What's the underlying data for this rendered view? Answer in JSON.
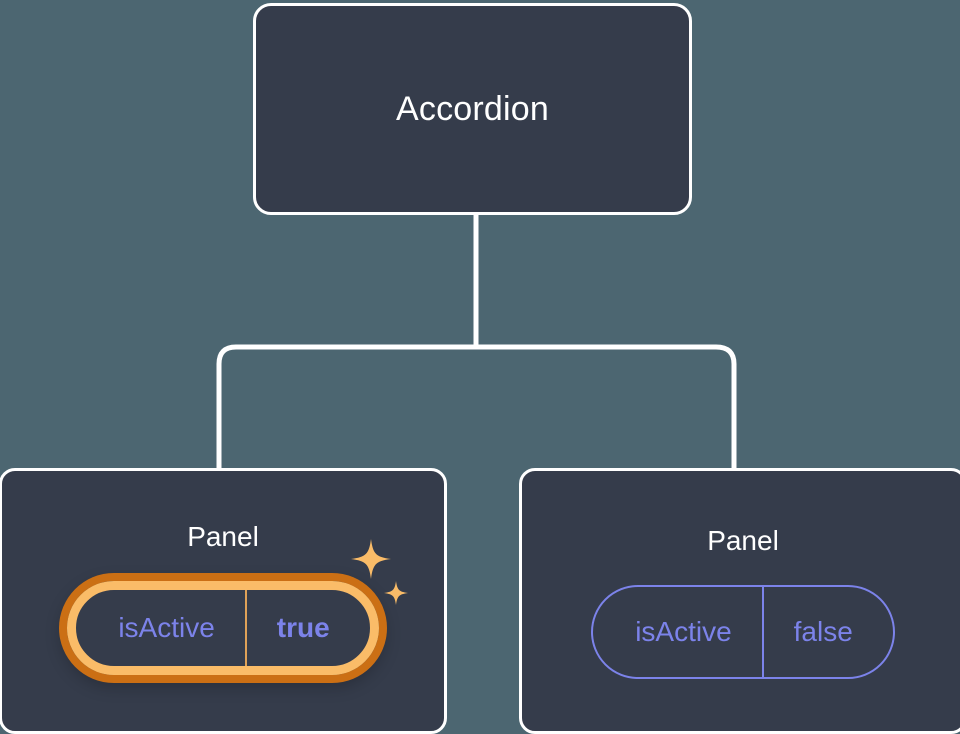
{
  "diagram": {
    "type": "component-tree",
    "background_color": "#4c6671",
    "node_fill_color": "#353c4b",
    "node_border_color": "#ffffff",
    "edge_color": "#ffffff",
    "prop_color": "#7c83ea",
    "highlight_outer_color": "#cb6f14",
    "highlight_inner_color": "#fabc68",
    "root": {
      "label": "Accordion"
    },
    "children": [
      {
        "label": "Panel",
        "prop": {
          "key": "isActive",
          "value": "true",
          "highlighted": true,
          "emphasis": "bold",
          "sparkle_icons": [
            "sparkle-large-icon",
            "sparkle-small-icon"
          ]
        }
      },
      {
        "label": "Panel",
        "prop": {
          "key": "isActive",
          "value": "false",
          "highlighted": false,
          "emphasis": "normal",
          "sparkle_icons": []
        }
      }
    ],
    "edges": [
      {
        "from": "Accordion",
        "to": "branch-bus"
      },
      {
        "from": "branch-bus",
        "to": "Panel (isActive true)"
      },
      {
        "from": "branch-bus",
        "to": "Panel (isActive false)"
      }
    ]
  }
}
